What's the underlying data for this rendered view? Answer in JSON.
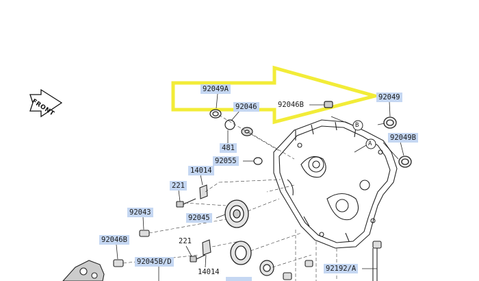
{
  "diagram": {
    "front_label": "FRONT",
    "callouts": [
      {
        "id": "c-92049a",
        "text": "92049A",
        "highlight": true
      },
      {
        "id": "c-92046",
        "text": "92046",
        "highlight": true
      },
      {
        "id": "c-92046b-top",
        "text": "92046B",
        "highlight": false
      },
      {
        "id": "c-92049",
        "text": "92049",
        "highlight": true
      },
      {
        "id": "c-92049b",
        "text": "92049B",
        "highlight": true
      },
      {
        "id": "c-481",
        "text": "481",
        "highlight": true
      },
      {
        "id": "c-92055",
        "text": "92055",
        "highlight": true
      },
      {
        "id": "c-14014-top",
        "text": "14014",
        "highlight": true
      },
      {
        "id": "c-221-top",
        "text": "221",
        "highlight": true
      },
      {
        "id": "c-92043",
        "text": "92043",
        "highlight": true
      },
      {
        "id": "c-92045",
        "text": "92045",
        "highlight": true
      },
      {
        "id": "c-92046b-left",
        "text": "92046B",
        "highlight": true
      },
      {
        "id": "c-221-bottom",
        "text": "221",
        "highlight": false
      },
      {
        "id": "c-92045bd",
        "text": "92045B/D",
        "highlight": true
      },
      {
        "id": "c-14014-bottom",
        "text": "14014",
        "highlight": false
      },
      {
        "id": "c-92192a",
        "text": "92192/A",
        "highlight": true
      }
    ],
    "ref_markers": [
      {
        "id": "m-b",
        "text": "B"
      },
      {
        "id": "m-a",
        "text": "A"
      }
    ],
    "colors": {
      "arrow": "#f2ec38",
      "highlight": "#c5d7f2",
      "line": "#222222"
    }
  }
}
